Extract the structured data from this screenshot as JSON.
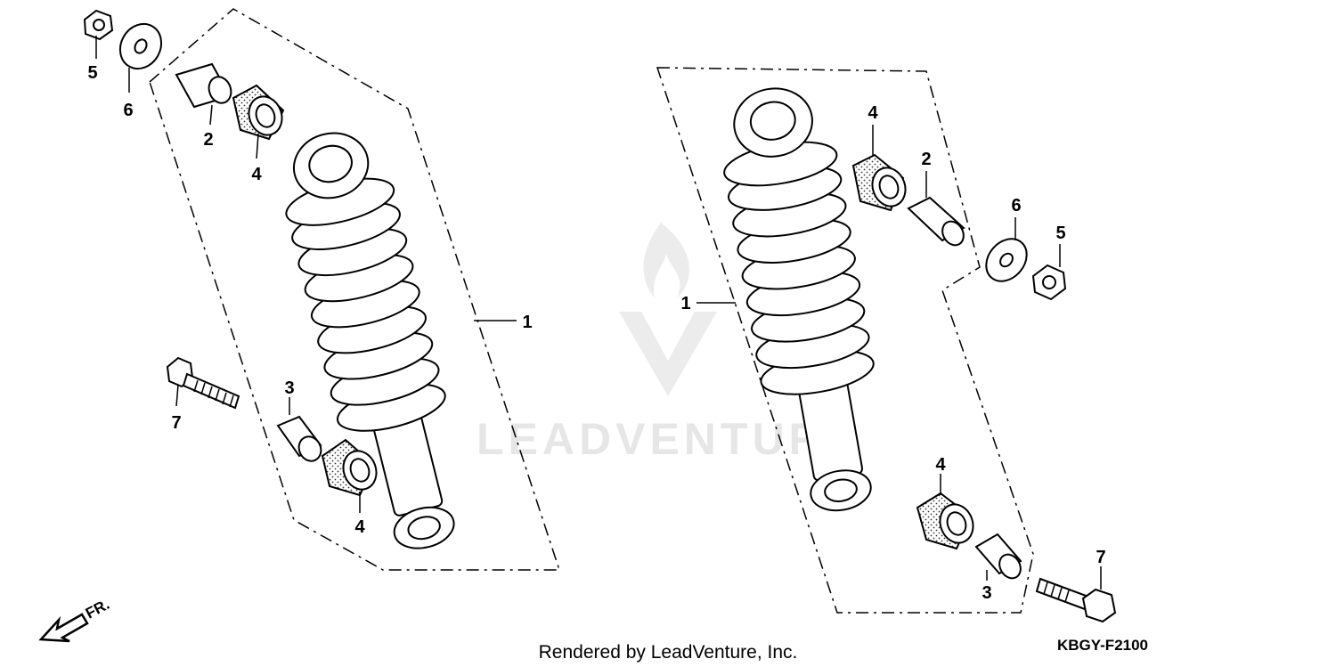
{
  "callouts": {
    "left": {
      "c1": "1",
      "c2": "2",
      "c3": "3",
      "c4a": "4",
      "c4b": "4",
      "c5": "5",
      "c6": "6",
      "c7": "7"
    },
    "right": {
      "c1": "1",
      "c2": "2",
      "c3": "3",
      "c4a": "4",
      "c4b": "4",
      "c5": "5",
      "c6": "6",
      "c7": "7"
    }
  },
  "direction_label": "FR.",
  "watermark": "LEADVENTURE",
  "footer_text": "Rendered by LeadVenture, Inc.",
  "diagram_code": "KBGY-F2100"
}
